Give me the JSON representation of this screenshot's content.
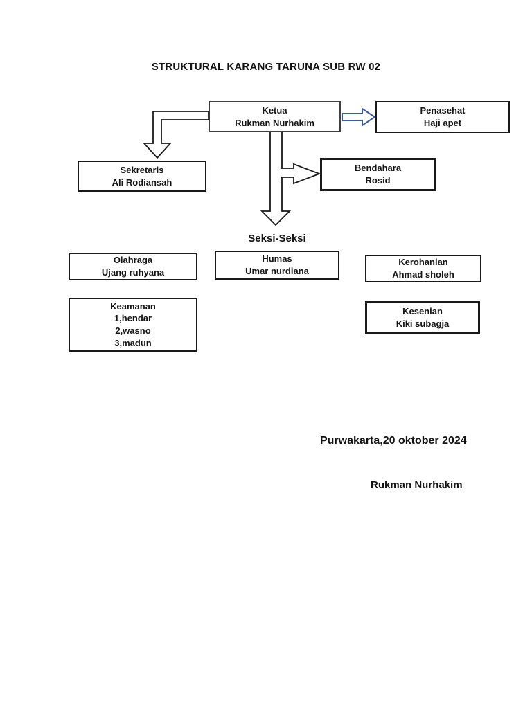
{
  "page": {
    "title": "STRUKTURAL KARANG TARUNA SUB RW 02"
  },
  "org": {
    "ketua": {
      "role": "Ketua",
      "name": "Rukman Nurhakim"
    },
    "penasehat": {
      "role": "Penasehat",
      "name": "Haji apet"
    },
    "sekretaris": {
      "role": "Sekretaris",
      "name": "Ali Rodiansah"
    },
    "bendahara": {
      "role": "Bendahara",
      "name": "Rosid"
    },
    "seksi_heading": "Seksi-Seksi",
    "seksi": [
      {
        "role": "Olahraga",
        "name": "Ujang ruhyana"
      },
      {
        "role": "Humas",
        "name": "Umar nurdiana"
      },
      {
        "role": "Kerohanian",
        "name": "Ahmad sholeh"
      },
      {
        "role": "Keamanan",
        "members": [
          "1,hendar",
          "2,wasno",
          "3,madun"
        ]
      },
      {
        "role": "Kesenian",
        "name": "Kiki subagja"
      }
    ]
  },
  "footer": {
    "place_date": "Purwakarta,20 oktober 2024",
    "signature_name": "Rukman Nurhakim"
  },
  "colors": {
    "page_bg": "#ffffff",
    "line_dark": "#1a1a1a",
    "border_gray": "#3f3f3f",
    "arrow_accent": "#3d5c96"
  }
}
